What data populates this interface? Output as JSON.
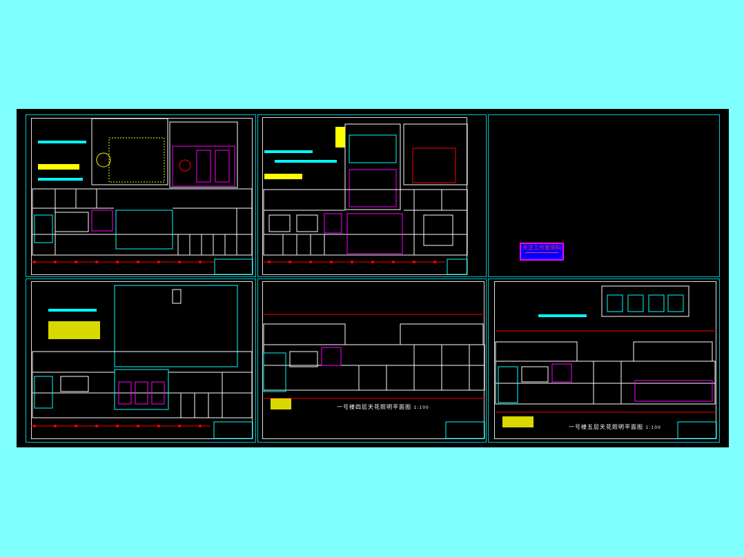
{
  "drawing": {
    "background_color": "#80ffff",
    "sheet_color": "#000000",
    "line_colors": {
      "frame": "#00c8c8",
      "wall": "#ffffff",
      "cyan": "#00ffff",
      "yellow": "#ffff00",
      "magenta": "#ff00ff",
      "red": "#ff0000",
      "green": "#00ff00"
    }
  },
  "titles": {
    "plan_4f": "一号楼四层天花照明平面图",
    "plan_5f": "一号楼五层天花照明平面图",
    "scale": "1:100"
  },
  "stamp": {
    "line1": "天正工作室资料"
  }
}
